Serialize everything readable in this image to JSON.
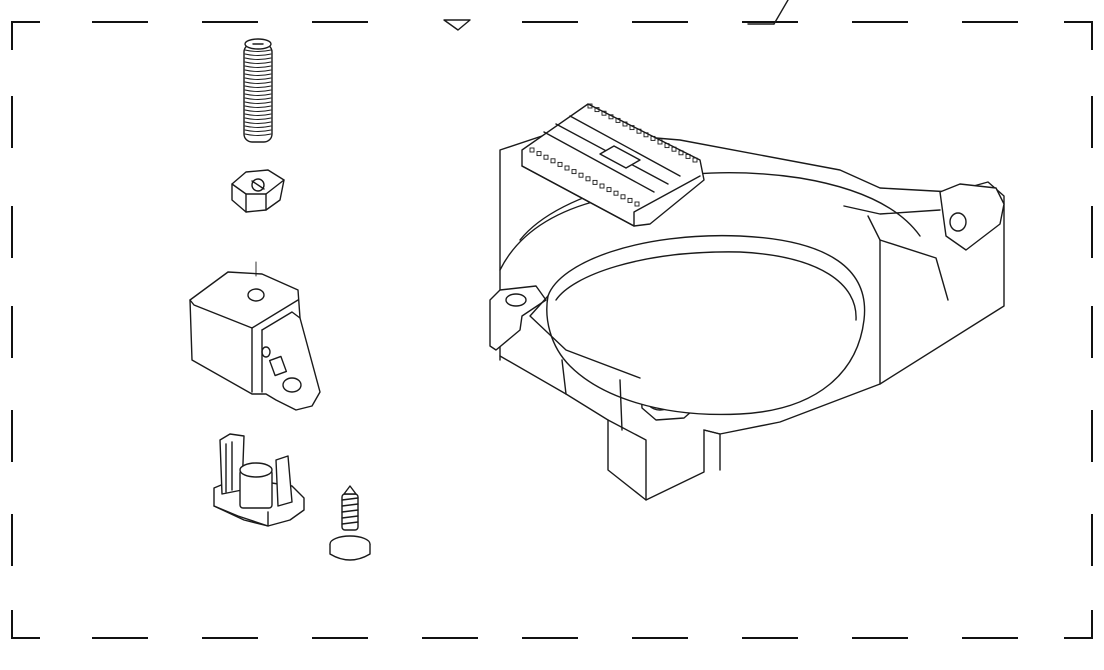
{
  "diagram": {
    "parts": [
      {
        "name": "set-screw"
      },
      {
        "name": "hex-nut"
      },
      {
        "name": "bracket"
      },
      {
        "name": "clip-holder"
      },
      {
        "name": "tapping-screw"
      },
      {
        "name": "needle-plate-base"
      },
      {
        "name": "feed-dog"
      }
    ],
    "colors": {
      "line": "#1a1a1a",
      "background": "#ffffff"
    }
  }
}
